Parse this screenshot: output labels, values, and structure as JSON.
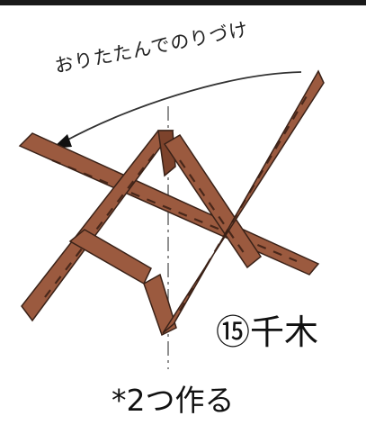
{
  "instruction": "おりたたんでのりづけ",
  "step_label": "⑮千木",
  "note": "*2つ作る",
  "colors": {
    "stick_fill": "#9b5a3f",
    "stick_outline": "#3a2218",
    "stitch": "#3a1f14",
    "line": "#333333",
    "top_bar": "#1a1a1a"
  }
}
